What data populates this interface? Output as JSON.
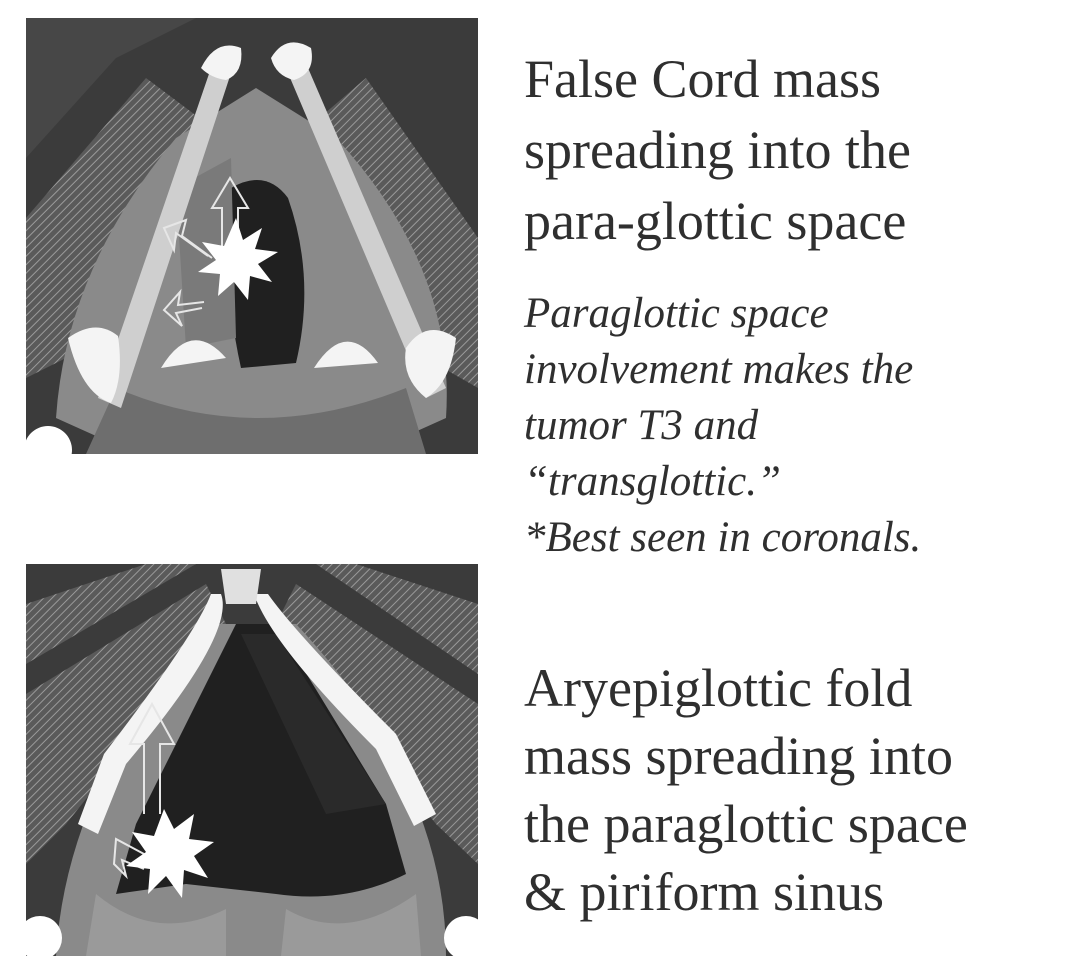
{
  "top_panel": {
    "caption": "False Cord mass\nspreading into the\npara-glottic space"
  },
  "note": {
    "text": "Paraglottic space\ninvolvement makes the\ntumor T3 and\n“transglottic.”\n*Best seen in coronals."
  },
  "bottom_panel": {
    "caption": "Aryepiglottic fold\nmass spreading into\nthe paraglottic space\n&  piriform sinus"
  },
  "colors": {
    "background": "#ffffff",
    "text": "#2f2f2f",
    "panel_dark": "#3b3b3b",
    "soft_tissue": "#8a8a8a",
    "airway": "#202020",
    "cartilage": "#f4f4f4",
    "hatch": "#7a7a7a"
  },
  "icons": [
    "starburst-icon",
    "arrow-up-icon",
    "arrow-left-icon"
  ]
}
